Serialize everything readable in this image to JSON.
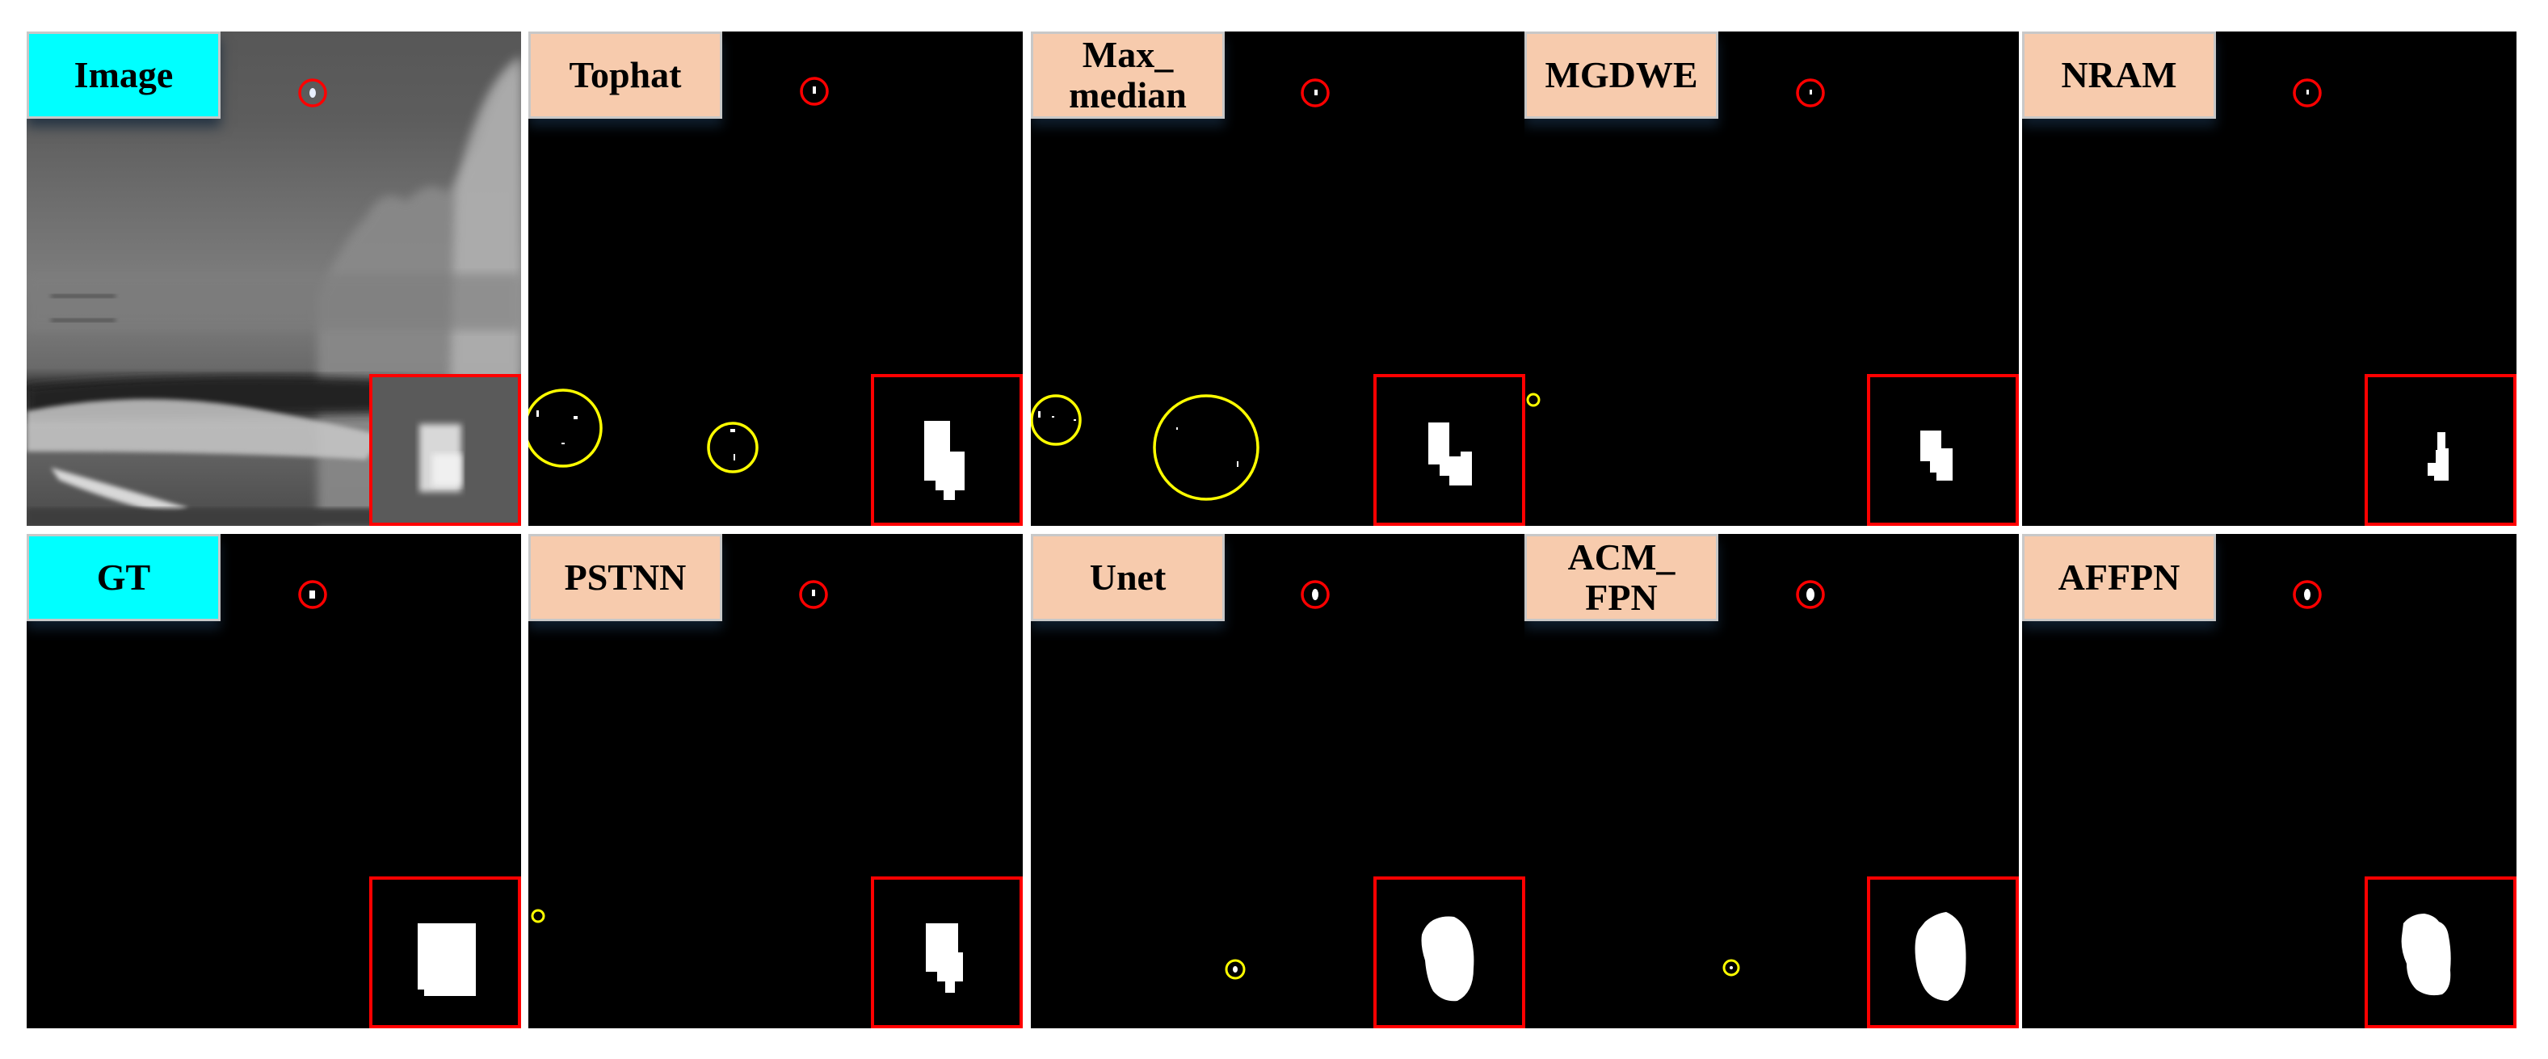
{
  "figure": {
    "description": "Visual comparison of infrared small target detection results",
    "colors": {
      "reference_label_bg": "#00ffff",
      "method_label_bg": "#f7cbad",
      "label_border": "#c8c8c8",
      "target_circle": "#ff0000",
      "false_alarm_circle": "#ffff00",
      "inset_border": "#ff0000",
      "mask_background": "#000000",
      "mask_foreground": "#ffffff"
    },
    "rows": [
      {
        "panels": [
          {
            "label": "Image",
            "type": "reference",
            "target": "true-target-circle",
            "false_alarms": 0
          },
          {
            "label": "Tophat",
            "type": "method",
            "target": "true-target-circle",
            "false_alarms": 2
          },
          {
            "label": "Max_\nmedian",
            "type": "method",
            "target": "true-target-circle",
            "false_alarms": 2
          },
          {
            "label": "MGDWE",
            "type": "method",
            "target": "true-target-circle",
            "false_alarms": 1
          },
          {
            "label": "NRAM",
            "type": "method",
            "target": "true-target-circle",
            "false_alarms": 0
          }
        ]
      },
      {
        "panels": [
          {
            "label": "GT",
            "type": "reference",
            "target": "true-target-circle",
            "false_alarms": 0
          },
          {
            "label": "PSTNN",
            "type": "method",
            "target": "true-target-circle",
            "false_alarms": 1
          },
          {
            "label": "Unet",
            "type": "method",
            "target": "true-target-circle",
            "false_alarms": 1
          },
          {
            "label": "ACM_\nFPN",
            "type": "method",
            "target": "true-target-circle",
            "false_alarms": 1
          },
          {
            "label": "AFFPN",
            "type": "method",
            "target": "true-target-circle",
            "false_alarms": 0
          }
        ]
      }
    ]
  }
}
